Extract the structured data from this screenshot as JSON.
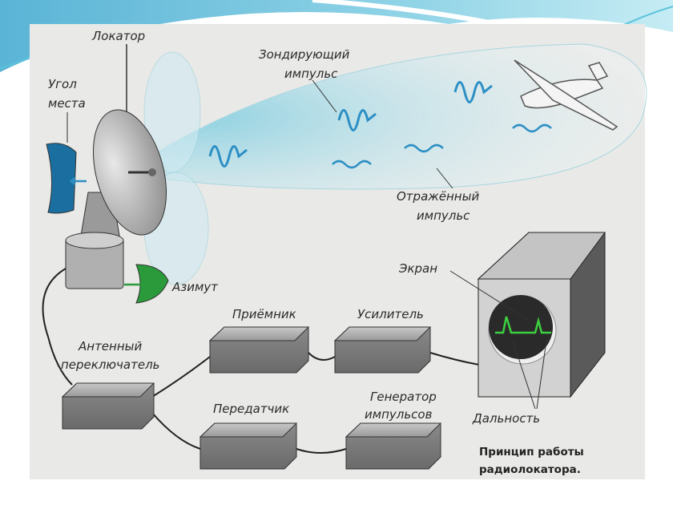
{
  "diagram": {
    "caption": [
      "Принцип работы",
      "радиолокатора."
    ],
    "labels": {
      "locator": "Локатор",
      "elevation": [
        "Угол",
        "места"
      ],
      "probe_pulse": [
        "Зондирующий",
        "импульс"
      ],
      "reflected_pulse": [
        "Отражённый",
        "импульс"
      ],
      "screen": "Экран",
      "azimuth": "Азимут",
      "receiver": "Приёмник",
      "amplifier": "Усилитель",
      "antenna_switch": [
        "Антенный",
        "переключатель"
      ],
      "transmitter": "Передатчик",
      "pulse_generator": [
        "Генератор",
        "импульсов"
      ],
      "range": "Дальность"
    },
    "colors": {
      "beam": "#a8dde8",
      "wave": "#2c8fc4",
      "scale": "#1a6fa0",
      "azimuth_scale": "#2a9a3a",
      "screen_trace": "#3cd040",
      "slide_accent": "#5bc3dc"
    }
  }
}
